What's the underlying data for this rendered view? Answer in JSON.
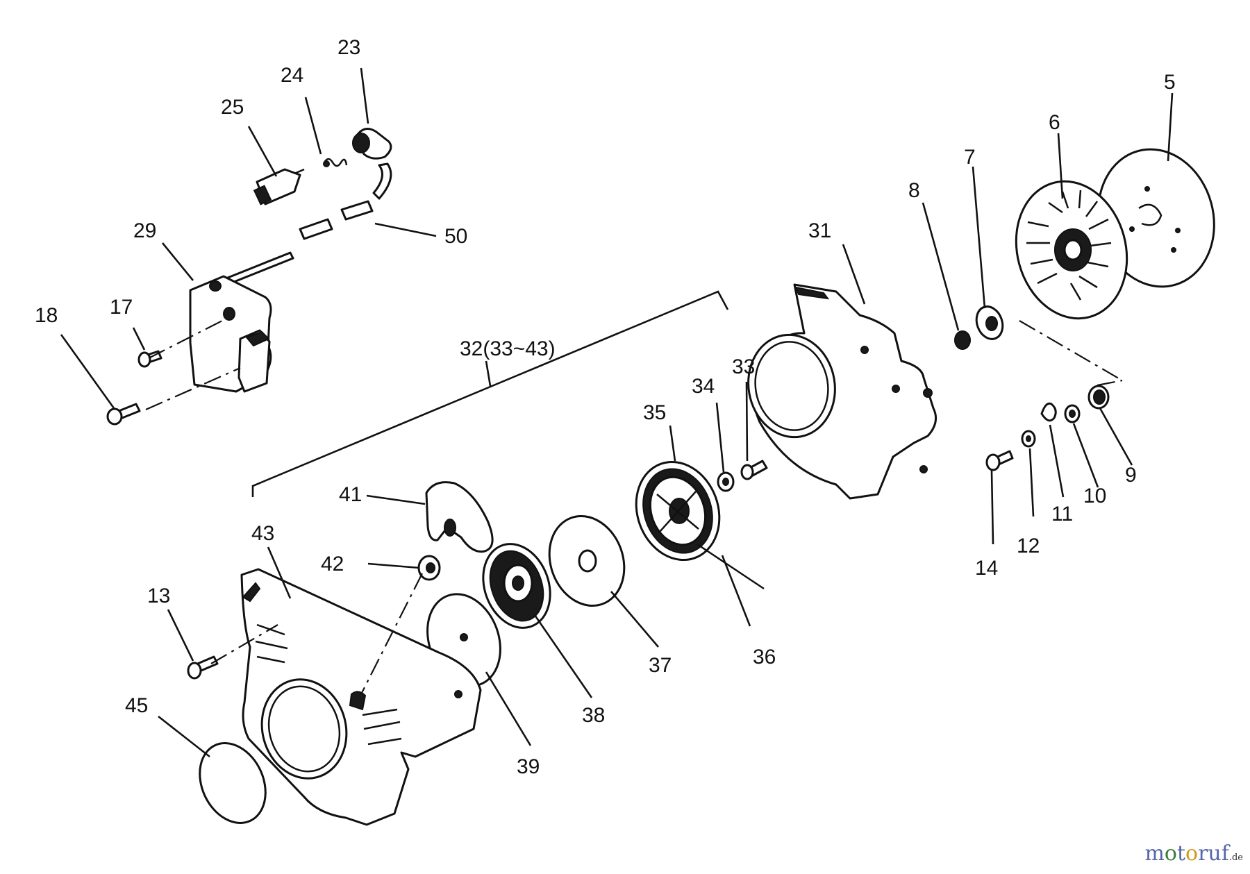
{
  "diagram": {
    "callouts": [
      {
        "id": "5",
        "text": "5"
      },
      {
        "id": "6",
        "text": "6"
      },
      {
        "id": "7",
        "text": "7"
      },
      {
        "id": "8",
        "text": "8"
      },
      {
        "id": "9",
        "text": "9"
      },
      {
        "id": "10",
        "text": "10"
      },
      {
        "id": "11",
        "text": "11"
      },
      {
        "id": "12",
        "text": "12"
      },
      {
        "id": "13",
        "text": "13"
      },
      {
        "id": "14",
        "text": "14"
      },
      {
        "id": "17",
        "text": "17"
      },
      {
        "id": "18",
        "text": "18"
      },
      {
        "id": "23",
        "text": "23"
      },
      {
        "id": "24",
        "text": "24"
      },
      {
        "id": "25",
        "text": "25"
      },
      {
        "id": "29",
        "text": "29"
      },
      {
        "id": "31",
        "text": "31"
      },
      {
        "id": "32",
        "text": "32(33~43)"
      },
      {
        "id": "33",
        "text": "33"
      },
      {
        "id": "34",
        "text": "34"
      },
      {
        "id": "35",
        "text": "35"
      },
      {
        "id": "36",
        "text": "36"
      },
      {
        "id": "37",
        "text": "37"
      },
      {
        "id": "38",
        "text": "38"
      },
      {
        "id": "39",
        "text": "39"
      },
      {
        "id": "41",
        "text": "41"
      },
      {
        "id": "42",
        "text": "42"
      },
      {
        "id": "43",
        "text": "43"
      },
      {
        "id": "45",
        "text": "45"
      },
      {
        "id": "50",
        "text": "50"
      }
    ]
  },
  "watermark": {
    "prefix": "m",
    "o1": "o",
    "mid": "t",
    "o2": "o",
    "suffix": "ruf",
    "tld": ".de"
  }
}
